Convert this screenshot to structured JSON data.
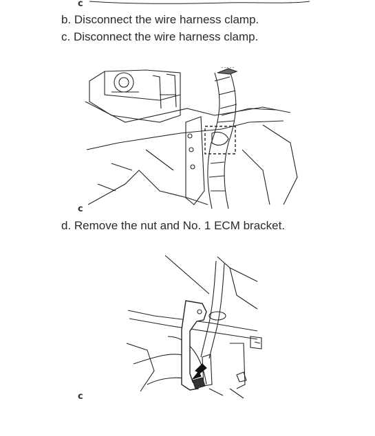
{
  "figures": [
    {
      "id": "fig-top",
      "label": "c"
    },
    {
      "id": "fig-1",
      "label": "c"
    },
    {
      "id": "fig-2",
      "label": "c"
    }
  ],
  "steps": [
    {
      "id": "b",
      "text": "b. Disconnect the wire harness clamp."
    },
    {
      "id": "c",
      "text": "c. Disconnect the wire harness clamp."
    },
    {
      "id": "d",
      "text": "d. Remove the nut and No. 1 ECM bracket."
    }
  ]
}
